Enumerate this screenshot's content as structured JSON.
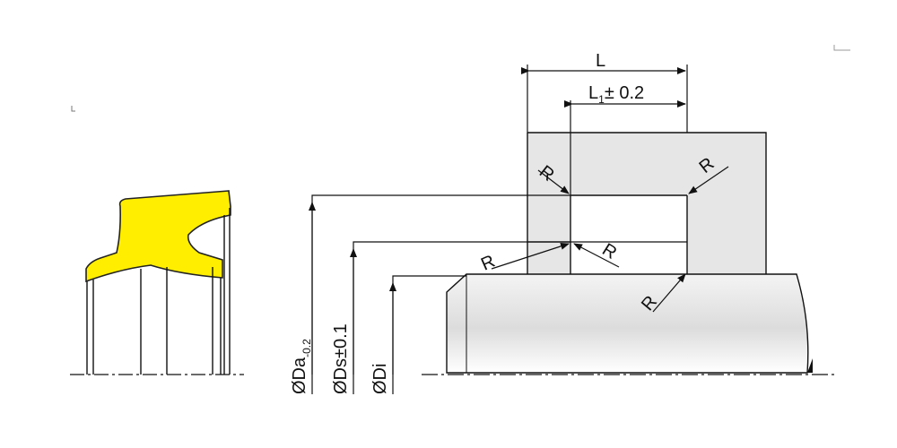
{
  "drawing": {
    "title": "",
    "colors": {
      "seal_fill": "#ffee00",
      "housing_fill": "#e6e6e6",
      "line": "#111111"
    },
    "labels": {
      "length": "L",
      "groove_width_main": "L",
      "groove_width_sub": "1",
      "groove_width_tol": "± 0.2",
      "radius": "R",
      "dia_bore_main": "ØDa",
      "dia_bore_tol": "-0.2",
      "dia_shaft": "ØDs±0.1",
      "dia_inner": "ØDi"
    }
  }
}
